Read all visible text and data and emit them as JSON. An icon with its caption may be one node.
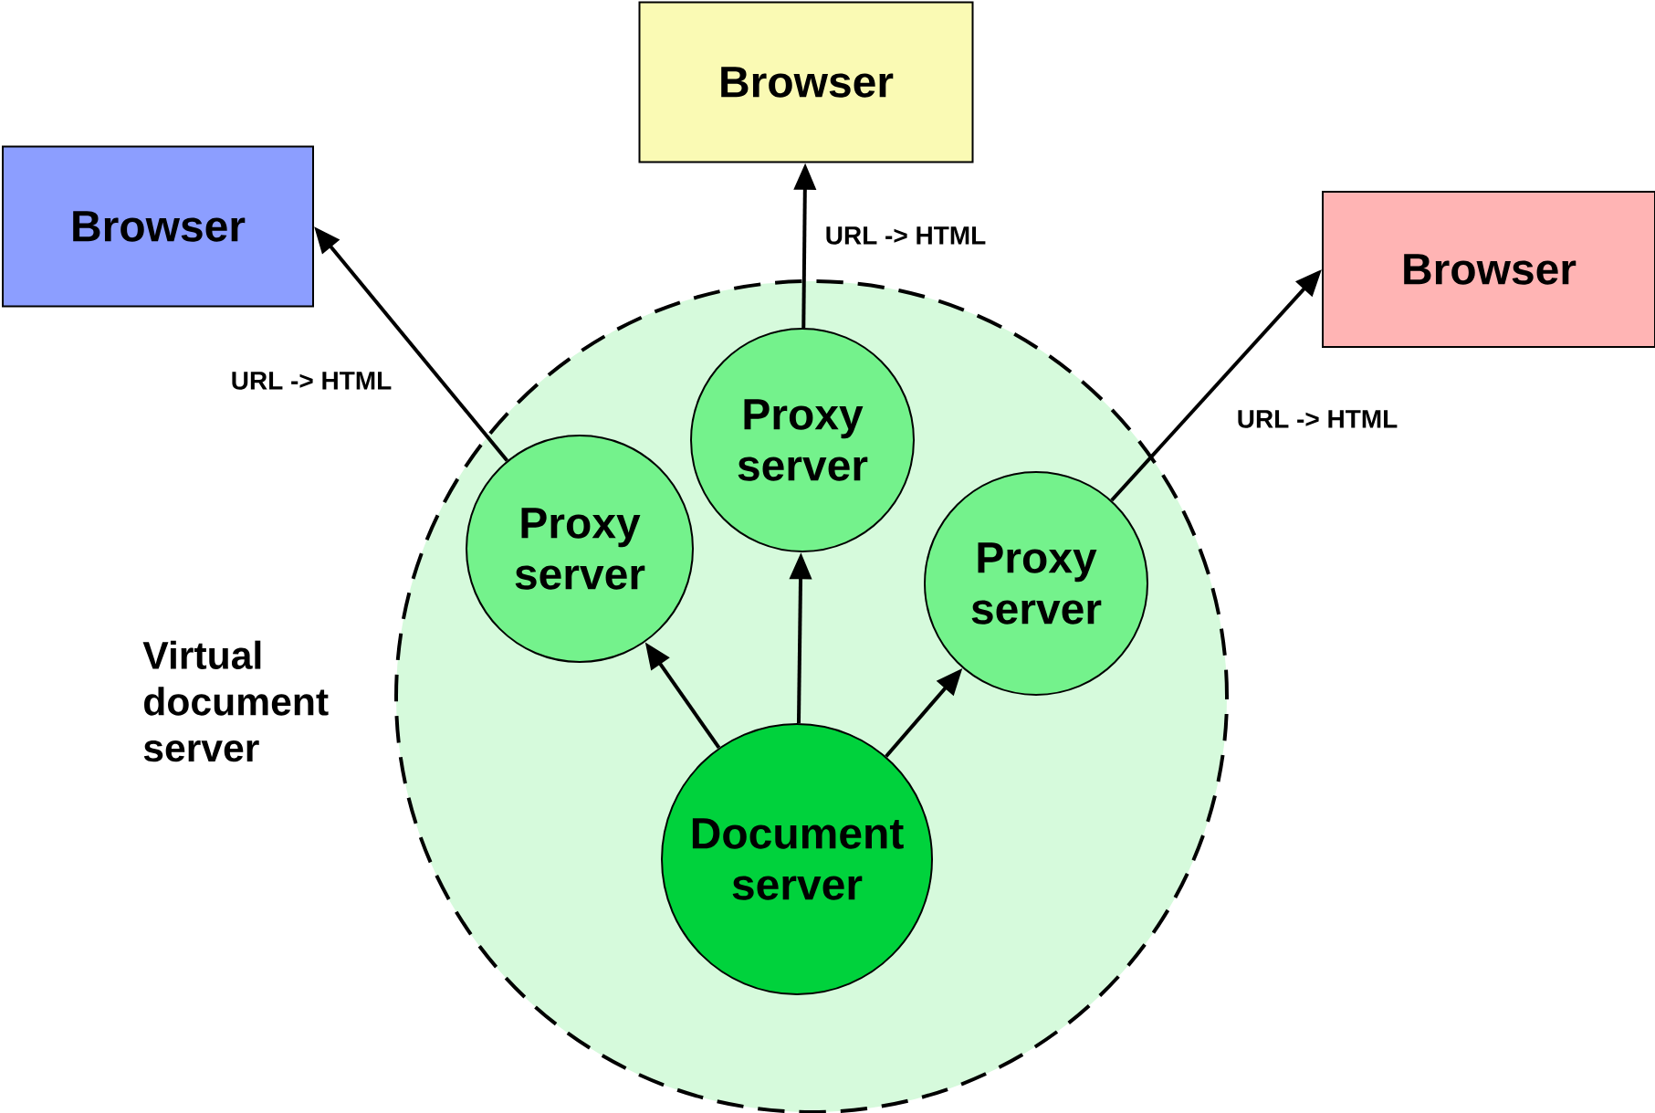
{
  "diagram": {
    "nodes": [
      {
        "text": [
          "Virtual document server"
        ]
      },
      {
        "text": [
          "Browser"
        ]
      },
      {
        "text": [
          "Browser"
        ]
      },
      {
        "text": [
          "Browser"
        ]
      },
      {
        "text": [
          "Proxy server"
        ],
        "in": 0
      },
      {
        "text": [
          "Proxy server"
        ],
        "in": 0
      },
      {
        "text": [
          "Proxy server"
        ],
        "in": 0
      },
      {
        "text": [
          "Document server"
        ],
        "in": 0
      }
    ],
    "edges": [
      {
        "from": 7,
        "to": 4,
        "arrow": "to"
      },
      {
        "from": 7,
        "to": 5,
        "arrow": "to"
      },
      {
        "from": 7,
        "to": 6,
        "arrow": "to"
      },
      {
        "from": 4,
        "to": 1,
        "arrow": "to",
        "label": "URL -> HTML"
      },
      {
        "from": 5,
        "to": 2,
        "arrow": "to",
        "label": "URL -> HTML"
      },
      {
        "from": 6,
        "to": 3,
        "arrow": "to",
        "label": "URL -> HTML"
      }
    ]
  }
}
